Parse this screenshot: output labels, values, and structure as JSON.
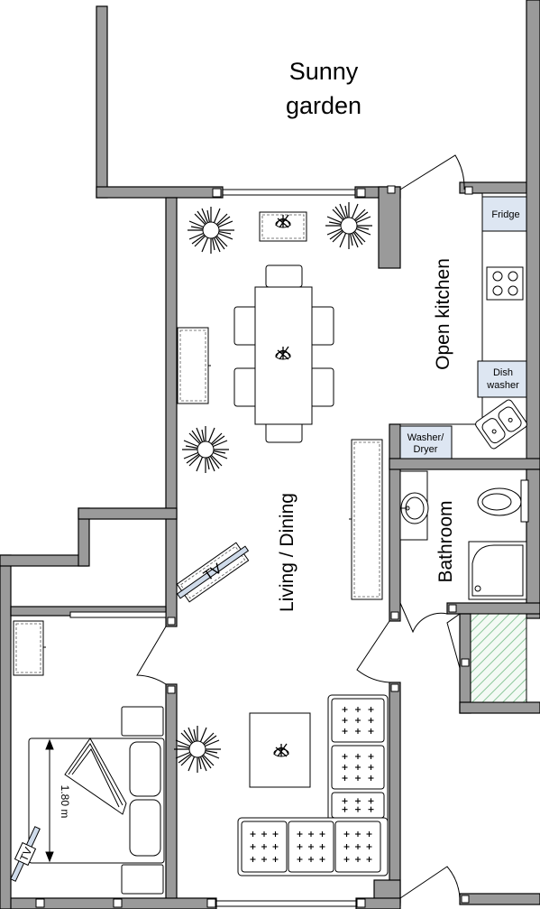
{
  "labels": {
    "garden": [
      "Sunny",
      "garden"
    ],
    "kitchen": "Open kitchen",
    "living": "Living / Dining",
    "bathroom": "Bathroom",
    "fridge": "Fridge",
    "dishwasher": [
      "Dish",
      "washer"
    ],
    "washer_dryer": [
      "Washer/",
      "Dryer"
    ],
    "tv": "TV",
    "bed_width": "1.80 m"
  },
  "colors": {
    "wall": "#9a9a9a",
    "appliance": "#dde6f2",
    "shower_hatch": "#8cc79a"
  },
  "icons": [
    "plant-icon",
    "tv-icon",
    "sink-icon",
    "toilet-icon",
    "hob-icon"
  ]
}
